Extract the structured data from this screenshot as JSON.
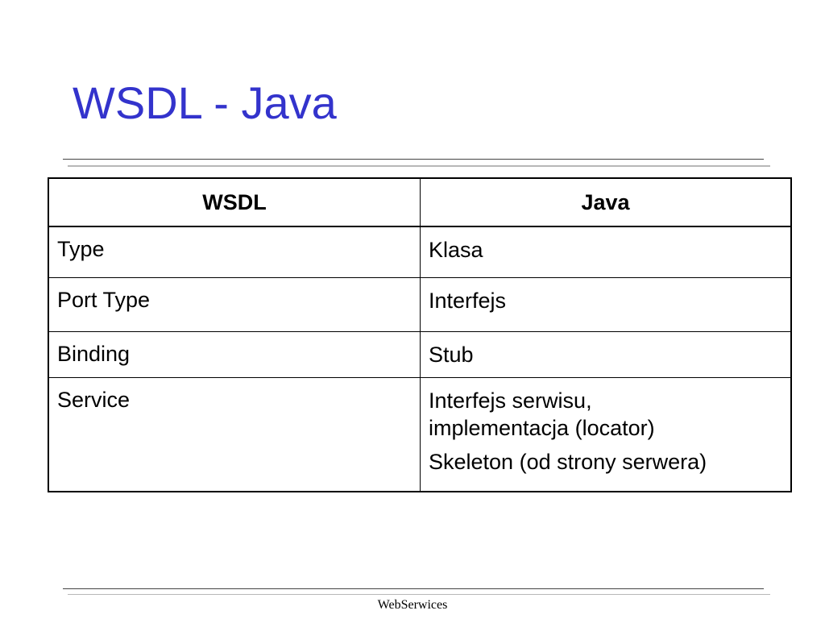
{
  "slide": {
    "title": "WSDL - Java",
    "footer": "WebSerwices"
  },
  "table": {
    "headers": [
      "WSDL",
      "Java"
    ],
    "rows": [
      {
        "wsdl": "Type",
        "java": [
          "Klasa"
        ]
      },
      {
        "wsdl": "Port Type",
        "java": [
          "Interfejs"
        ]
      },
      {
        "wsdl": "Binding",
        "java": [
          "Stub"
        ]
      },
      {
        "wsdl": "Service",
        "java": [
          "Interfejs serwisu,",
          "implementacja (locator)",
          "Skeleton (od strony serwera)"
        ]
      }
    ]
  }
}
